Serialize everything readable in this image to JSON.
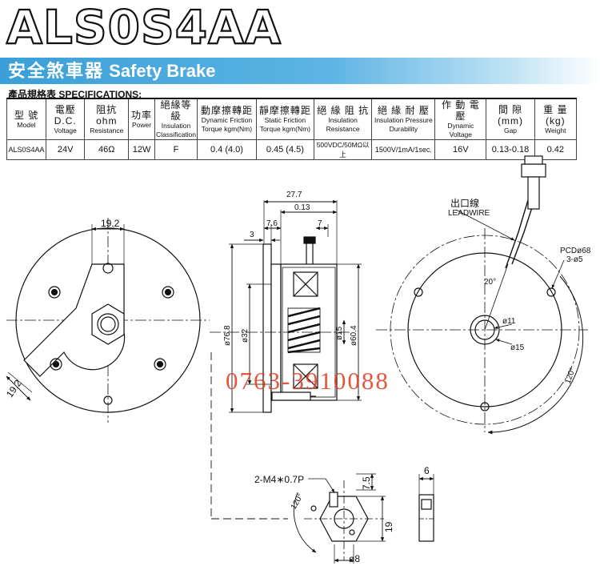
{
  "header": {
    "model_title": "ALS0S4AA",
    "banner_zh": "安全煞車器",
    "banner_en": "Safety Brake",
    "spec_label": "產品規格表 SPECIFICATIONS:"
  },
  "spec_table": {
    "columns": [
      {
        "zh": "型 號",
        "en": "Model"
      },
      {
        "zh": "電壓D.C.",
        "en": "Voltage"
      },
      {
        "zh": "阻抗ohm",
        "en": "Resistance"
      },
      {
        "zh": "功率",
        "en": "Power"
      },
      {
        "zh": "絕緣等級",
        "en": "Insulation Classification"
      },
      {
        "zh": "動摩擦轉距",
        "en": "Dynamic Friction Torque kgm(Nm)"
      },
      {
        "zh": "靜摩擦轉距",
        "en": "Static Friction Torque kgm(Nm)"
      },
      {
        "zh": "絕 緣 阻 抗",
        "en": "Insulation Resistance"
      },
      {
        "zh": "絕 緣 耐 壓",
        "en": "Insulation Pressure Durability"
      },
      {
        "zh": "作 動 電 壓",
        "en": "Dynamic Voltage"
      },
      {
        "zh": "間 隙 (mm)",
        "en": "Gap"
      },
      {
        "zh": "重 量 (kg)",
        "en": "Weight"
      }
    ],
    "row": [
      "ALS0S4AA",
      "24V",
      "46Ω",
      "12W",
      "F",
      "0.4 (4.0)",
      "0.45 (4.5)",
      "500VDC/50MΩ以上",
      "1500V/1mA/1sec.",
      "16V",
      "0.13-0.18",
      "0.42"
    ]
  },
  "drawing": {
    "dim_19_2_top": "19.2",
    "dim_19_2_left": "19.2",
    "dim_27_7": "27.7",
    "dim_0_13": "0.13",
    "dim_7_6": "7.6",
    "dim_7": "7",
    "dim_3": "3",
    "dim_76_8": "ø76.8",
    "dim_32": "ø32",
    "dim_15_side": "ø15",
    "dim_60_4": "ø60.4",
    "leadwire_zh": "出口線",
    "leadwire_en": "LEADWIRE",
    "pcd": "PCDø68",
    "holes": "3-ø5",
    "angle_20": "20°",
    "dim_11": "ø11",
    "dim_15_right": "ø15",
    "angle_120_right": "120°",
    "thread": "2-M4∗0.7P",
    "dim_7_5": "7.5",
    "angle_120_bottom": "120°",
    "dim_19_bottom": "19",
    "dim_8": "ø8",
    "dim_6": "6"
  },
  "watermark": "0763-3910088"
}
